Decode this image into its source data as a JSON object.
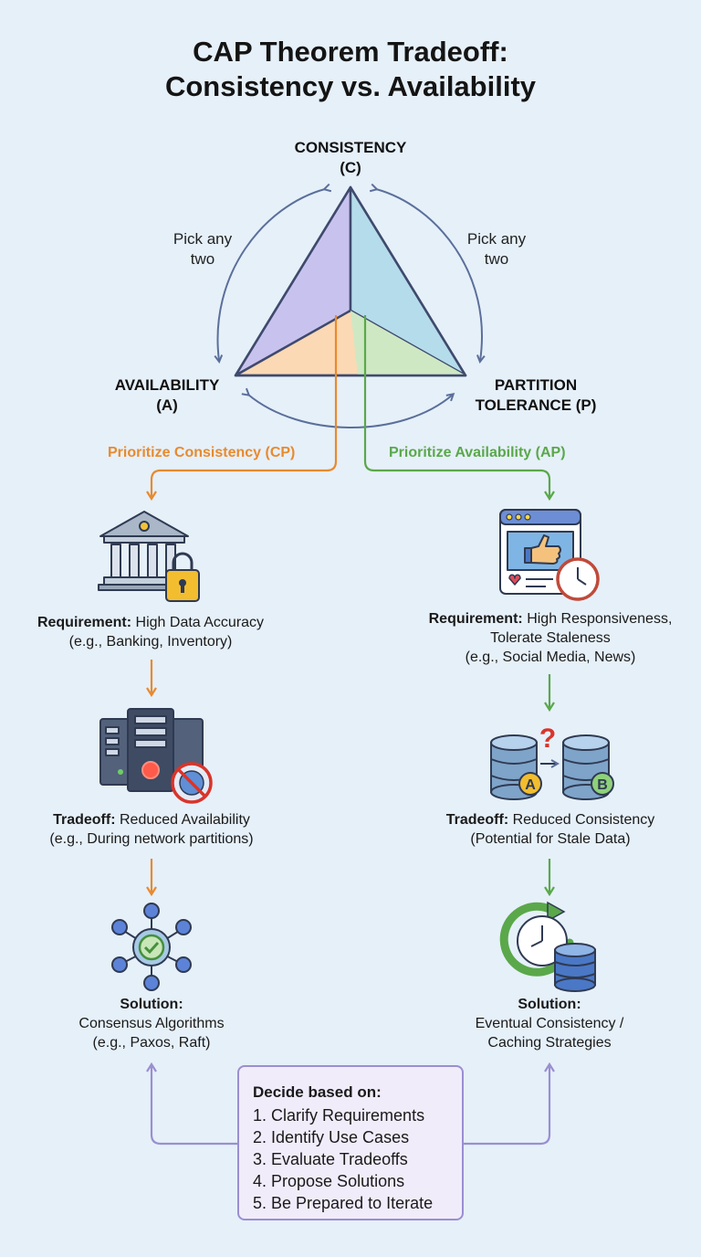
{
  "title": {
    "line1": "CAP Theorem Tradeoff:",
    "line2": "Consistency vs. Availability"
  },
  "triangle": {
    "consistency": {
      "line1": "CONSISTENCY",
      "line2": "(C)"
    },
    "availability": {
      "line1": "AVAILABILITY",
      "line2": "(A)"
    },
    "partition": {
      "line1": "PARTITION",
      "line2": "TOLERANCE (P)"
    },
    "pick_left": {
      "line1": "Pick any",
      "line2": "two"
    },
    "pick_right": {
      "line1": "Pick any",
      "line2": "two"
    }
  },
  "colors": {
    "cp_orange": "#e88a2e",
    "ap_green": "#5aa84a",
    "arrow_blue": "#5b6f9a",
    "decide_purple": "#9a8fd0"
  },
  "cp": {
    "path_label": "Prioritize Consistency (CP)",
    "requirement": {
      "label": "Requirement:",
      "text": "High Data Accuracy",
      "line2": "(e.g., Banking, Inventory)"
    },
    "tradeoff": {
      "label": "Tradeoff:",
      "text": "Reduced Availability",
      "line2": "(e.g., During network partitions)"
    },
    "solution": {
      "label": "Solution:",
      "line2": "Consensus Algorithms",
      "line3": "(e.g., Paxos, Raft)"
    }
  },
  "ap": {
    "path_label": "Prioritize Availability (AP)",
    "requirement": {
      "label": "Requirement:",
      "text": "High Responsiveness,",
      "line2": "Tolerate Staleness",
      "line3": "(e.g., Social Media, News)"
    },
    "tradeoff": {
      "label": "Tradeoff:",
      "text": "Reduced Consistency",
      "line2": "(Potential for Stale Data)"
    },
    "solution": {
      "label": "Solution:",
      "line2": "Eventual Consistency /",
      "line3": "Caching Strategies"
    },
    "db_a": "A",
    "db_b": "B",
    "question": "?"
  },
  "decide": {
    "title": "Decide based on:",
    "items": [
      "1. Clarify Requirements",
      "2. Identify Use Cases",
      "3. Evaluate Tradeoffs",
      "4. Propose Solutions",
      "5. Be Prepared to Iterate"
    ]
  },
  "icons": {
    "bank": "bank-lock-icon",
    "server": "server-error-icon",
    "network": "network-check-icon",
    "social": "social-thumbs-up-icon",
    "databases": "database-sync-icon",
    "cache": "clock-database-icon"
  }
}
